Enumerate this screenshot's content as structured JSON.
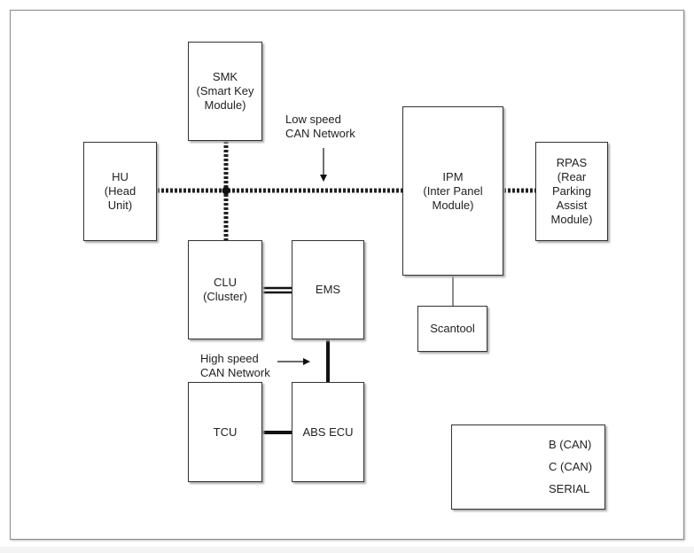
{
  "nodes": {
    "smk": "SMK\n(Smart Key\nModule)",
    "hu": "HU\n(Head\nUnit)",
    "ipm": "IPM\n(Inter Panel\nModule)",
    "rpas": "RPAS\n(Rear\nParking\nAssist\nModule)",
    "clu": "CLU\n(Cluster)",
    "ems": "EMS",
    "scantool": "Scantool",
    "tcu": "TCU",
    "abs": "ABS ECU"
  },
  "annotations": {
    "low_speed": "Low speed\nCAN Network",
    "high_speed": "High speed\nCAN Network"
  },
  "legend": {
    "items": [
      {
        "style": "dotted",
        "label": "B (CAN)"
      },
      {
        "style": "thick",
        "label": "C (CAN)"
      },
      {
        "style": "thin",
        "label": "SERIAL"
      }
    ]
  }
}
